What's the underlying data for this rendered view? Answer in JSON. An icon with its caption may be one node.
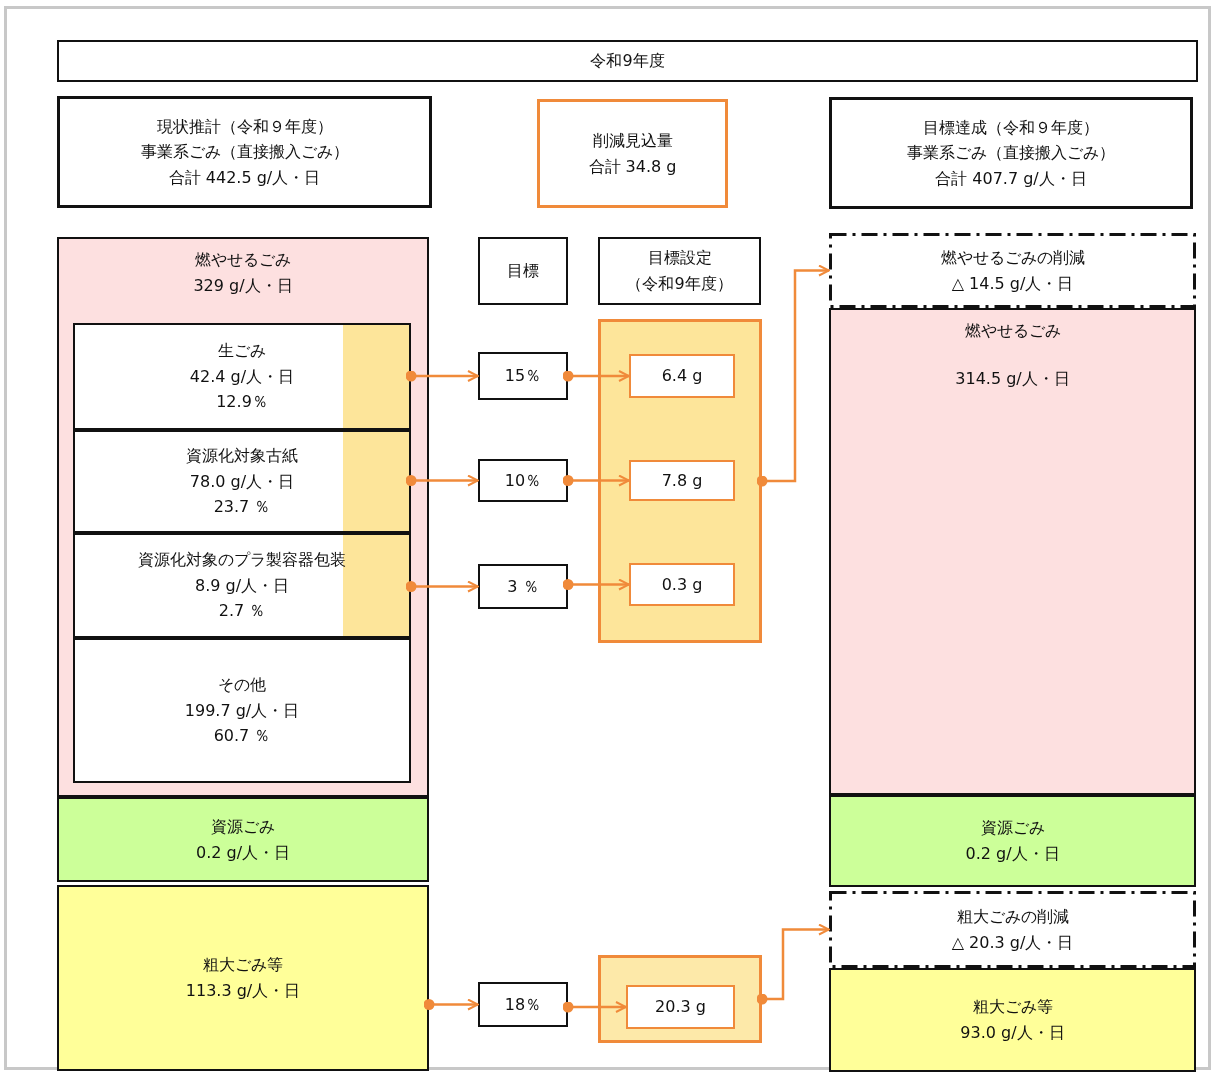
{
  "diagram": {
    "nodes": [
      {
        "text": [
          "令和9年度"
        ]
      },
      {
        "text": [
          "現状推計（令和９年度）",
          "事業系ごみ（直接搬入ごみ）",
          "合計 442.5 g/人・日"
        ]
      },
      {
        "text": [
          "削減見込量",
          "合計 34.8 g"
        ]
      },
      {
        "text": [
          "目標達成（令和９年度）",
          "事業系ごみ（直接搬入ごみ）",
          "合計 407.7 g/人・日"
        ]
      },
      {
        "text": [
          "燃やせるごみ",
          "329 g/人・日"
        ]
      },
      {
        "text": [
          "生ごみ",
          "42.4 g/人・日",
          "12.9％"
        ],
        "in": 4
      },
      {
        "text": [
          "資源化対象古紙",
          "78.0 g/人・日",
          "23.7 ％"
        ],
        "in": 4
      },
      {
        "text": [
          "資源化対象のプラ製容器包装",
          "8.9 g/人・日",
          "2.7 ％"
        ],
        "in": 4
      },
      {
        "text": [
          "その他",
          "199.7 g/人・日",
          "60.7 ％"
        ],
        "in": 4
      },
      {
        "text": [
          "資源ごみ",
          "0.2 g/人・日"
        ]
      },
      {
        "text": [
          "粗大ごみ等",
          "113.3 g/人・日"
        ]
      },
      {
        "text": [
          "目標"
        ]
      },
      {
        "text": [
          "目標設定",
          "（令和9年度）"
        ]
      },
      {
        "text": [
          "15％"
        ]
      },
      {
        "text": [
          "10％"
        ]
      },
      {
        "text": [
          "3 ％"
        ]
      },
      {
        "text": [],
        "shape": "box"
      },
      {
        "text": [
          "6.4 g"
        ],
        "in": 16
      },
      {
        "text": [
          "7.8 g"
        ],
        "in": 16
      },
      {
        "text": [
          "0.3 g"
        ],
        "in": 16
      },
      {
        "text": [
          "18％"
        ]
      },
      {
        "text": [],
        "shape": "box"
      },
      {
        "text": [
          "20.3 g"
        ],
        "in": 21
      },
      {
        "text": [
          "燃やせるごみの削減",
          "△ 14.5 g/人・日"
        ]
      },
      {
        "text": [
          "燃やせるごみ",
          "314.5 g/人・日"
        ]
      },
      {
        "text": [
          "資源ごみ",
          "0.2 g/人・日"
        ]
      },
      {
        "text": [
          "粗大ごみの削減",
          "△ 20.3 g/人・日"
        ]
      },
      {
        "text": [
          "粗大ごみ等",
          "93.0 g/人・日"
        ]
      }
    ],
    "edges": [
      {
        "from": 5,
        "to": 13,
        "arrow": "to"
      },
      {
        "from": 13,
        "to": 17,
        "arrow": "to"
      },
      {
        "from": 6,
        "to": 14,
        "arrow": "to"
      },
      {
        "from": 14,
        "to": 18,
        "arrow": "to"
      },
      {
        "from": 7,
        "to": 15,
        "arrow": "to"
      },
      {
        "from": 15,
        "to": 19,
        "arrow": "to"
      },
      {
        "from": 16,
        "to": 23,
        "arrow": "to"
      },
      {
        "from": 10,
        "to": 20,
        "arrow": "to"
      },
      {
        "from": 20,
        "to": 22,
        "arrow": "to"
      },
      {
        "from": 21,
        "to": 26,
        "arrow": "to"
      }
    ]
  }
}
